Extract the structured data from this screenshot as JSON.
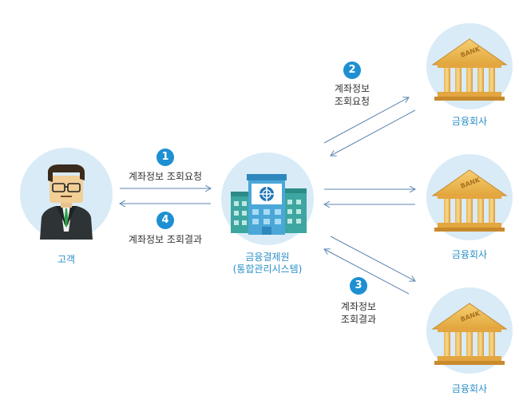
{
  "nodes": {
    "customer": {
      "label": "고객"
    },
    "center": {
      "label_line1": "금융결제원",
      "label_line2": "(통합관리시스템)"
    },
    "banks": [
      {
        "label": "금융회사",
        "sign": "BANK"
      },
      {
        "label": "금융회사",
        "sign": "BANK"
      },
      {
        "label": "금융회사",
        "sign": "BANK"
      }
    ]
  },
  "steps": [
    {
      "num": "1",
      "line1": "계좌정보 조회요청"
    },
    {
      "num": "2",
      "line1": "계좌정보",
      "line2": "조회요청"
    },
    {
      "num": "3",
      "line1": "계좌정보",
      "line2": "조회결과"
    },
    {
      "num": "4",
      "line1": "계좌정보 조회결과"
    }
  ],
  "colors": {
    "circle_bg": "#d8ebf7",
    "arrow": "#5d86b0",
    "badge": "#1d8fd2",
    "label": "#2a8fc8"
  }
}
